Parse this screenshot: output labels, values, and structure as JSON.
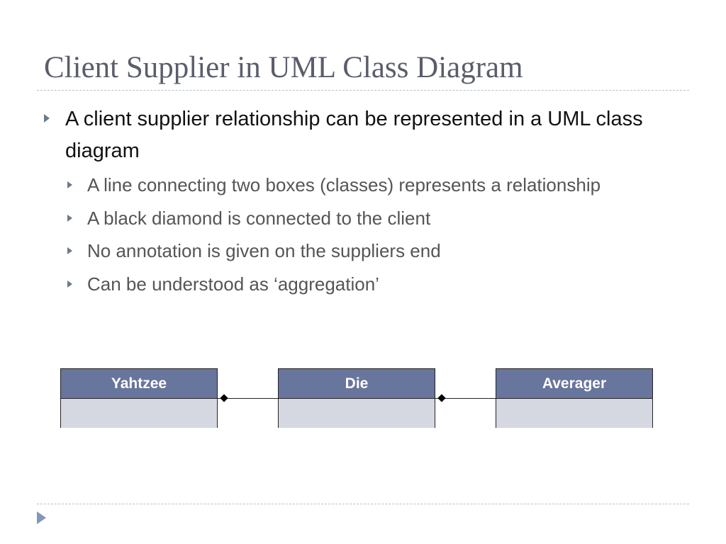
{
  "slide": {
    "title": "Client Supplier in UML Class Diagram"
  },
  "bullets": {
    "main": "A client supplier relationship can be represented in a UML class diagram",
    "sub": [
      "A line connecting two boxes (classes) represents a relationship",
      "A black diamond is connected to the client",
      "No annotation is given on the suppliers end",
      "Can be understood as ‘aggregation’"
    ]
  },
  "diagram": {
    "classes": [
      "Yahtzee",
      "Die",
      "Averager"
    ],
    "relationships": [
      {
        "client": "Yahtzee",
        "supplier": "Die",
        "end_marker": "black-diamond"
      },
      {
        "client": "Die",
        "supplier": "Averager",
        "end_marker": "black-diamond"
      }
    ],
    "colors": {
      "header_fill": "#68759c",
      "body_fill": "#d5d8e1",
      "title_text": "#5a5d6b",
      "nav_arrow": "#8298b8"
    }
  },
  "icons": {
    "bullet": "triangle-right-icon",
    "navigation": "play-arrow-icon"
  }
}
